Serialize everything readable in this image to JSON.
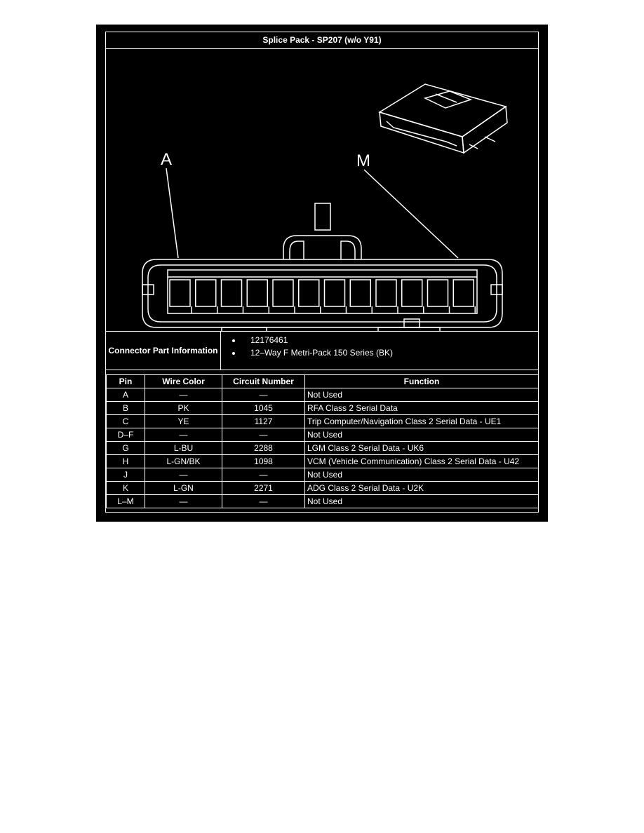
{
  "title": "Splice Pack - SP207 (w/o Y91)",
  "diagram": {
    "label_a": "A",
    "label_m": "M",
    "cavities": 12
  },
  "connector": {
    "label": "Connector Part Information",
    "items": [
      "12176461",
      "12–Way F Metri-Pack 150 Series (BK)"
    ]
  },
  "table": {
    "headers": [
      "Pin",
      "Wire Color",
      "Circuit Number",
      "Function"
    ],
    "rows": [
      [
        "A",
        "—",
        "—",
        "Not Used"
      ],
      [
        "B",
        "PK",
        "1045",
        "RFA Class 2 Serial Data"
      ],
      [
        "C",
        "YE",
        "1127",
        "Trip Computer/Navigation Class 2 Serial Data - UE1"
      ],
      [
        "D–F",
        "—",
        "—",
        "Not Used"
      ],
      [
        "G",
        "L-BU",
        "2288",
        "LGM Class 2 Serial Data - UK6"
      ],
      [
        "H",
        "L-GN/BK",
        "1098",
        "VCM (Vehicle Communication) Class 2 Serial Data - U42"
      ],
      [
        "J",
        "—",
        "—",
        "Not Used"
      ],
      [
        "K",
        "L-GN",
        "2271",
        "ADG Class 2 Serial Data - U2K"
      ],
      [
        "L–M",
        "—",
        "—",
        "Not Used"
      ]
    ]
  }
}
